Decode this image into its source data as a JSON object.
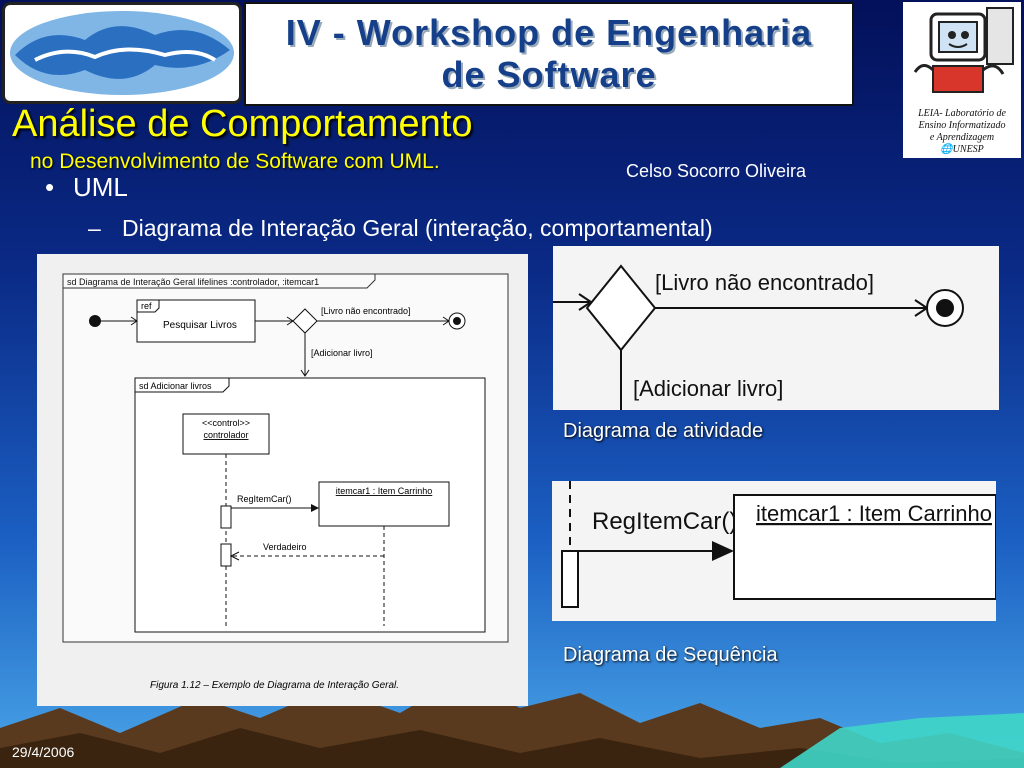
{
  "header": {
    "banner_line1": "IV - Workshop de Engenharia",
    "banner_line2": "de Software",
    "leia_caption_1": "LEIA- Laboratório de",
    "leia_caption_2": "Ensino Informatizado",
    "leia_caption_3": "e Aprendizagem",
    "leia_caption_4": "UNESP"
  },
  "slide": {
    "title": "Análise de Comportamento",
    "subtitle": "no Desenvolvimento de Software com UML.",
    "author": "Celso Socorro Oliveira",
    "bullet": "UML",
    "sub_bullet": "Diagrama de Interação Geral (interação, comportamental)",
    "date": "29/4/2006"
  },
  "diagram_main": {
    "frame_label": "sd Diagrama de Interação Geral lifelines :controlador, :itemcar1",
    "ref_label": "ref",
    "ref_name": "Pesquisar Livros",
    "guard_not_found": "[Livro não encontrado]",
    "guard_add": "[Adicionar livro]",
    "inner_frame_label": "sd Adicionar livros",
    "control_stereo": "<<control>>",
    "control_name": "controlador",
    "item_name": "itemcar1 : Item Carrinho",
    "message": "RegItemCar()",
    "reply": "Verdadeiro",
    "figure_caption": "Figura 1.12 – Exemplo de Diagrama de Interação Geral."
  },
  "diagram_activity": {
    "guard_not_found": "[Livro não encontrado]",
    "guard_add": "[Adicionar livro]",
    "caption": "Diagrama de atividade"
  },
  "diagram_seq": {
    "message": "RegItemCar()",
    "item_name": "itemcar1 : Item Carrinho",
    "caption": "Diagrama de Sequência"
  }
}
